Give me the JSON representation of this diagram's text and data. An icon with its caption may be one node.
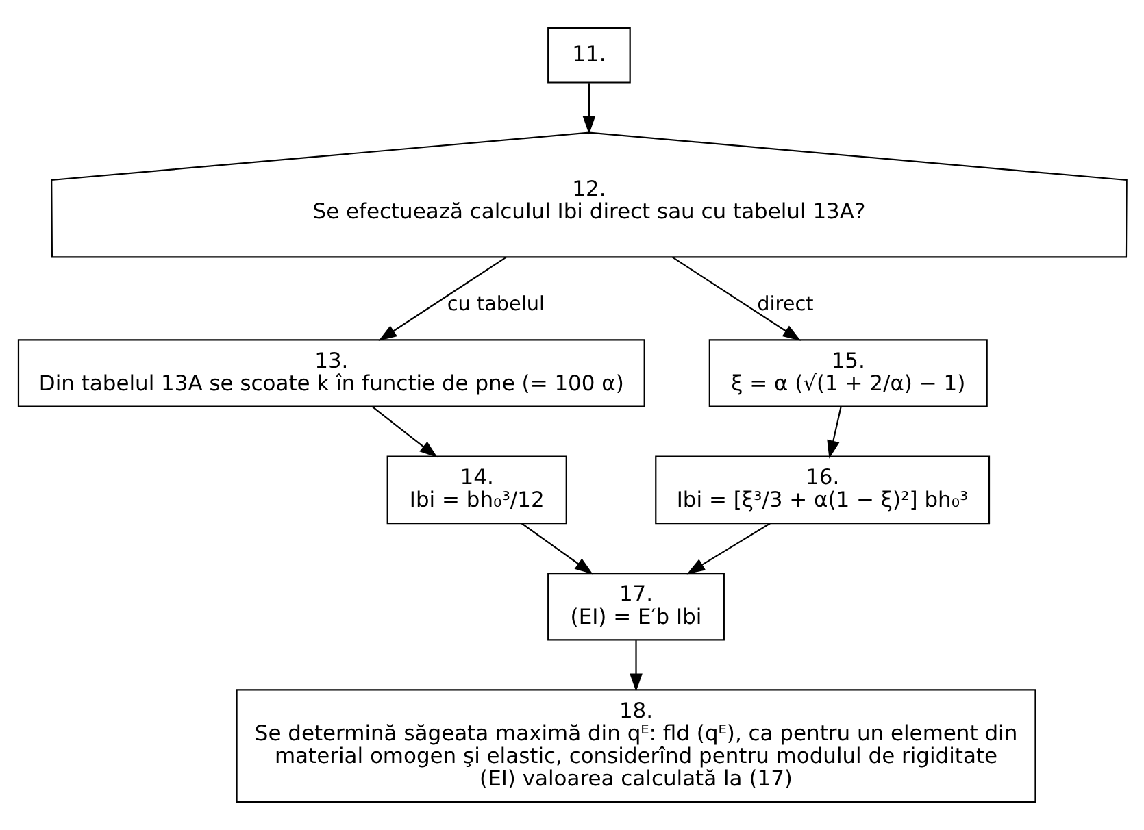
{
  "diagram": {
    "nodes": [
      {
        "text": [
          "11."
        ]
      },
      {
        "text": [
          "12.",
          "Se efectuează calculul Ibi direct sau cu tabelul 13A?"
        ]
      },
      {
        "text": [
          "13.",
          "Din tabelul 13A se scoate k în functie de pne (= 100 α)"
        ]
      },
      {
        "text": [
          "14.",
          "Ibi = bh₀³/12"
        ]
      },
      {
        "text": [
          "15.",
          "ξ = α (√(1 + 2/α) − 1)"
        ]
      },
      {
        "text": [
          "16.",
          "Ibi = [ξ³/3 + α(1 − ξ)²] bh₀³"
        ]
      },
      {
        "text": [
          "17.",
          "(EI) = E′b Ibi"
        ]
      },
      {
        "text": [
          "18.",
          "Se determină săgeata maximă din qᴱ: fld (qᴱ), ca pentru un element din material omogen şi elastic, considerînd pentru modulul de rigiditate (EI) valoarea calculată la (17)"
        ]
      }
    ],
    "edges": [
      {
        "from": 0,
        "to": 1,
        "arrow": "to"
      },
      {
        "from": 1,
        "to": 2,
        "arrow": "to",
        "label": "cu tabelul"
      },
      {
        "from": 1,
        "to": 4,
        "arrow": "to",
        "label": "direct"
      },
      {
        "from": 2,
        "to": 3,
        "arrow": "to"
      },
      {
        "from": 4,
        "to": 5,
        "arrow": "to"
      },
      {
        "from": 3,
        "to": 6,
        "arrow": "to"
      },
      {
        "from": 5,
        "to": 6,
        "arrow": "to"
      },
      {
        "from": 6,
        "to": 7,
        "arrow": "to"
      }
    ]
  }
}
